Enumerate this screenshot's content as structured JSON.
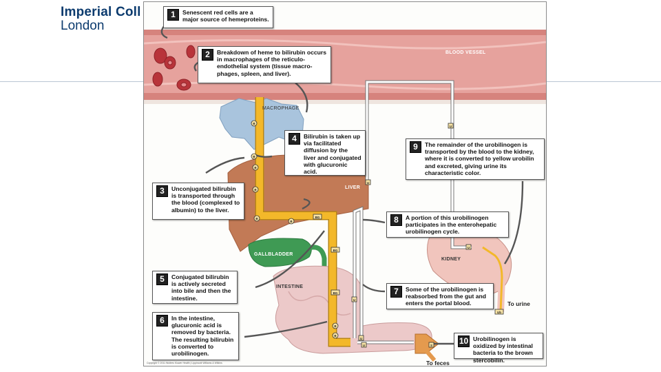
{
  "logo": {
    "line1": "Imperial Coll",
    "line2": "London"
  },
  "labels": {
    "blood_vessel": "BLOOD VESSEL",
    "macrophage": "MACROPHAGE",
    "liver": "LIVER",
    "gallbladder": "GALLBLADDER",
    "intestine": "INTESTINE",
    "kidney": "KIDNEY",
    "to_urine": "To urine",
    "to_feces": "To feces"
  },
  "markers": {
    "b": "B",
    "bg": "BG",
    "u": "U",
    "s": "S",
    "ub": "Ub"
  },
  "callouts": [
    {
      "num": "1",
      "text": "Senescent red cells are a major source of hemeproteins."
    },
    {
      "num": "2",
      "text": "Breakdown of heme to bilirubin occurs in macrophages of the reticulo-endothelial system (tissue macro-phages, spleen, and liver)."
    },
    {
      "num": "3",
      "text": "Unconjugated bilirubin is transported through the blood (complexed to albumin) to the liver."
    },
    {
      "num": "4",
      "text": "Bilirubin is taken up via facilitated diffusion by the liver and conjugated with glucuronic acid."
    },
    {
      "num": "5",
      "text": "Conjugated bilirubin is actively secreted into bile and then the intestine."
    },
    {
      "num": "6",
      "text": "In the intestine, glucuronic acid is removed by bacteria. The resulting bilirubin is converted to urobilinogen."
    },
    {
      "num": "7",
      "text": "Some of the urobilinogen is reabsorbed from the gut and enters the portal blood."
    },
    {
      "num": "8",
      "text": "A portion of this urobilinogen participates in the enterohepatic urobilinogen cycle."
    },
    {
      "num": "9",
      "text": "The remainder of the urobilinogen is transported by the blood to the kidney, where it is converted to yellow urobilin and excreted, giving urine its characteristic color."
    },
    {
      "num": "10",
      "text": "Urobilinogen is oxidized by intestinal bacteria to the brown stercobilin."
    }
  ],
  "footnote": "Copyright © 2011 Wolters Kluwer Health | Lippincott Williams & Wilkins",
  "colors": {
    "brand": "#0c3b6e",
    "vessel": "#e8a4a0",
    "pathway": "#f3b82a",
    "liver": "#c07a55",
    "gallbladder": "#3f9a54",
    "intestine": "#eccbcb",
    "kidney": "#f0c8c0"
  }
}
